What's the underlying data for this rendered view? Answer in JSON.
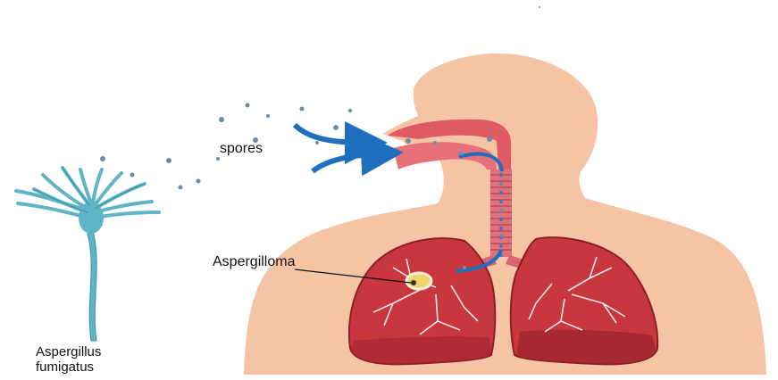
{
  "labels": {
    "spores": "spores",
    "aspergilloma": "Aspergilloma",
    "fungus_line1": "Aspergillus",
    "fungus_line2": "fumigatus"
  },
  "colors": {
    "skin": "#f4c4a4",
    "lung": "#c8363e",
    "lung_dark": "#8c1f27",
    "trachea": "#e0707a",
    "airway_blue": "#1f6fbf",
    "fungus": "#5fb4c6",
    "spore": "#6a8ea4",
    "aspergilloma": "#f2d36a"
  }
}
